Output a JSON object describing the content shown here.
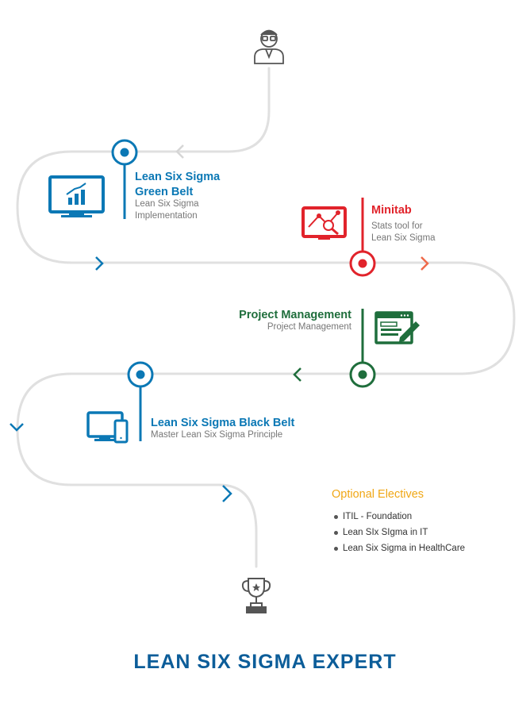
{
  "colors": {
    "path": "#e0e0e0",
    "blue": "#0b78b5",
    "red": "#e1232b",
    "green": "#1f6e3c",
    "gold": "#f0a715",
    "final": "#0c5d99"
  },
  "start": {
    "icon": "person-icon"
  },
  "steps": [
    {
      "title_line1": "Lean Six Sigma",
      "title_line2": "Green Belt",
      "sub_line1": "Lean Six Sigma",
      "sub_line2": "Implementation",
      "icon": "chart-monitor-icon",
      "color": "#0b78b5"
    },
    {
      "title": "Minitab",
      "sub_line1": "Stats tool for",
      "sub_line2": "Lean Six Sigma",
      "icon": "analytics-monitor-icon",
      "color": "#e1232b"
    },
    {
      "title": "Project Management",
      "sub": "Project Management",
      "icon": "document-edit-icon",
      "color": "#1f6e3c"
    },
    {
      "title": "Lean Six Sigma Black Belt",
      "sub": "Master Lean Six Sigma Principle",
      "icon": "devices-icon",
      "color": "#0b78b5"
    }
  ],
  "electives": {
    "title": "Optional Electives",
    "items": [
      "ITIL - Foundation",
      "Lean SIx SIgma in IT",
      "Lean Six Sigma in HealthCare"
    ]
  },
  "end": {
    "icon": "trophy-icon",
    "label": "LEAN SIX SIGMA EXPERT"
  }
}
